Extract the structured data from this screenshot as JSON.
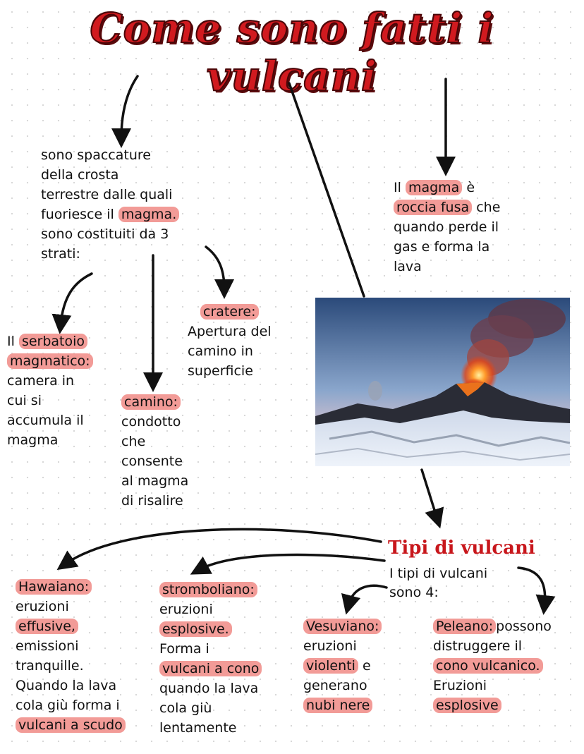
{
  "title": "Come sono fatti i vulcani",
  "intro": {
    "line1": "sono spaccature",
    "line2": "della crosta",
    "line3": "terrestre dalle quali",
    "line4a": "fuoriesce il",
    "line4b": "magma.",
    "line5": "sono costituiti da 3",
    "line6": "strati:"
  },
  "magma_def": {
    "line1a": "Il",
    "line1b": "magma",
    "line1c": "è",
    "line2a": "roccia fusa",
    "line2b": "che",
    "line3": "quando perde il",
    "line4": "gas e forma la",
    "line5": "lava"
  },
  "serbatoio": {
    "line1a": "Il",
    "line1b": "serbatoio",
    "line2": "magmatico:",
    "line3": "camera in",
    "line4": "cui si",
    "line5": "accumula il",
    "line6": "magma"
  },
  "camino": {
    "label": "camino:",
    "line2": "condotto",
    "line3": "che",
    "line4": "consente",
    "line5": "al magma",
    "line6": "di risalire"
  },
  "cratere": {
    "label": "cratere:",
    "line2": "Apertura del",
    "line3": "camino in",
    "line4": "superficie"
  },
  "types": {
    "title": "Tipi di vulcani",
    "line1": "I tipi di vulcani",
    "line2": "sono 4:"
  },
  "hawaiano": {
    "label": "Hawaiano:",
    "line2": "eruzioni",
    "line3": "effusive,",
    "line4": "emissioni",
    "line5": "tranquille.",
    "line6": "Quando la lava",
    "line7": "cola giù forma i",
    "line8": "vulcani a scudo"
  },
  "stromboliano": {
    "label": "stromboliano:",
    "line2": "eruzioni",
    "line3": "esplosive.",
    "line4": "Forma i",
    "line5": "vulcani a cono",
    "line6": "quando la lava",
    "line7": "cola giù",
    "line8": "lentamente"
  },
  "vesuviano": {
    "label": "Vesuviano:",
    "line2": "eruzioni",
    "line3a": "violenti",
    "line3b": "e",
    "line4": "generano",
    "line5": "nubi nere"
  },
  "peleano": {
    "label": "Peleano:",
    "label_rest": "possono",
    "line2": "distruggere il",
    "line3": "cono vulcanico.",
    "line4": "Eruzioni",
    "line5": "esplosive"
  },
  "colors": {
    "title": "#d11a1f",
    "highlight": "#f29b97",
    "accent_text": "#c8171c"
  }
}
